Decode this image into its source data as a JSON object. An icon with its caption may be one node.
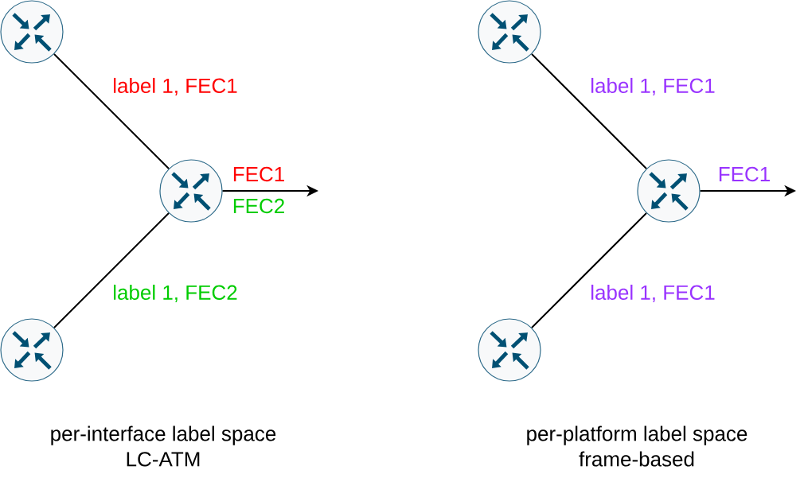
{
  "diagram": {
    "nodes": [
      {
        "text": [],
        "shape": "circle"
      },
      {
        "text": [],
        "shape": "circle"
      },
      {
        "text": [],
        "shape": "circle"
      },
      {
        "text": [],
        "shape": "circle"
      },
      {
        "text": [],
        "shape": "circle"
      },
      {
        "text": [],
        "shape": "circle"
      }
    ],
    "edges": [
      {
        "from": 0,
        "to": 1,
        "arrow": "none",
        "label": "label 1, FEC1"
      },
      {
        "from": 2,
        "to": 1,
        "arrow": "none",
        "label": "label 1, FEC2"
      },
      {
        "from": 1,
        "to": null,
        "arrow": "to",
        "label": "FEC1"
      },
      {
        "from": 3,
        "to": 4,
        "arrow": "none",
        "label": "label 1, FEC1"
      },
      {
        "from": 5,
        "to": 4,
        "arrow": "none",
        "label": "label 1, FEC1"
      },
      {
        "from": 4,
        "to": null,
        "arrow": "to",
        "label": "FEC1"
      }
    ],
    "labels": [
      "FEC2",
      "per-interface label space LC-ATM",
      "per-platform label space frame-based"
    ]
  }
}
